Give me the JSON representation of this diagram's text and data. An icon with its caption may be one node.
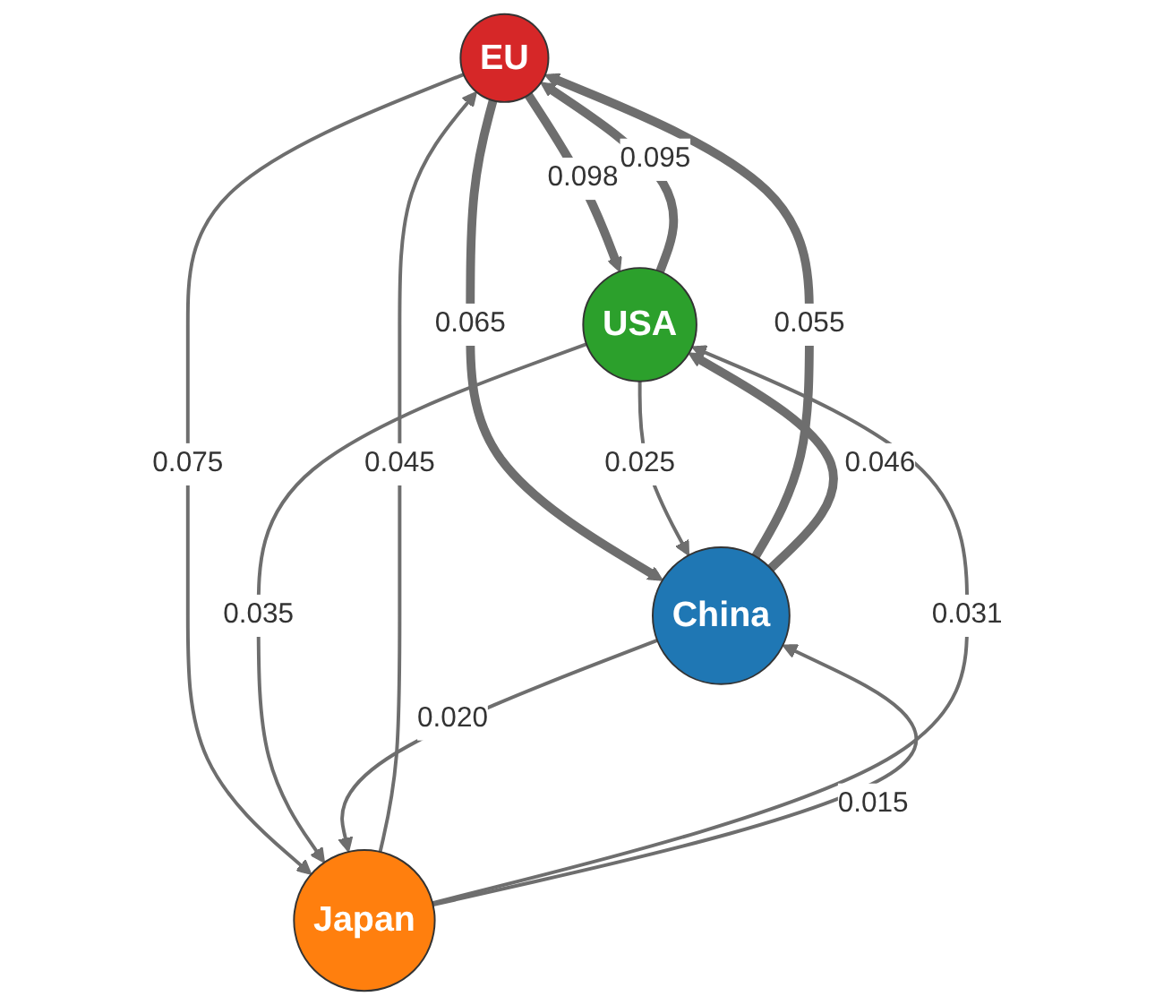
{
  "diagram": {
    "nodes": [
      {
        "text": [
          "EU"
        ]
      },
      {
        "text": [
          "USA"
        ]
      },
      {
        "text": [
          "China"
        ]
      },
      {
        "text": [
          "Japan"
        ]
      }
    ],
    "edges": [
      {
        "from": 1,
        "to": 0,
        "arrow": "to",
        "label": "0.095",
        "style": "thick"
      },
      {
        "from": 0,
        "to": 1,
        "arrow": "to",
        "label": "0.098",
        "style": "thick"
      },
      {
        "from": 0,
        "to": 2,
        "arrow": "to",
        "label": "0.065",
        "style": "thick"
      },
      {
        "from": 2,
        "to": 0,
        "arrow": "to",
        "label": "0.055",
        "style": "thick"
      },
      {
        "from": 3,
        "to": 0,
        "arrow": "to",
        "label": "0.045"
      },
      {
        "from": 0,
        "to": 3,
        "arrow": "to",
        "label": "0.075"
      },
      {
        "from": 1,
        "to": 2,
        "arrow": "to",
        "label": "0.025"
      },
      {
        "from": 2,
        "to": 1,
        "arrow": "to",
        "label": "0.046",
        "style": "thick"
      },
      {
        "from": 1,
        "to": 3,
        "arrow": "to",
        "label": "0.035"
      },
      {
        "from": 3,
        "to": 1,
        "arrow": "to",
        "label": "0.031"
      },
      {
        "from": 2,
        "to": 3,
        "arrow": "to",
        "label": "0.020"
      },
      {
        "from": 3,
        "to": 2,
        "arrow": "to",
        "label": "0.015"
      }
    ]
  }
}
